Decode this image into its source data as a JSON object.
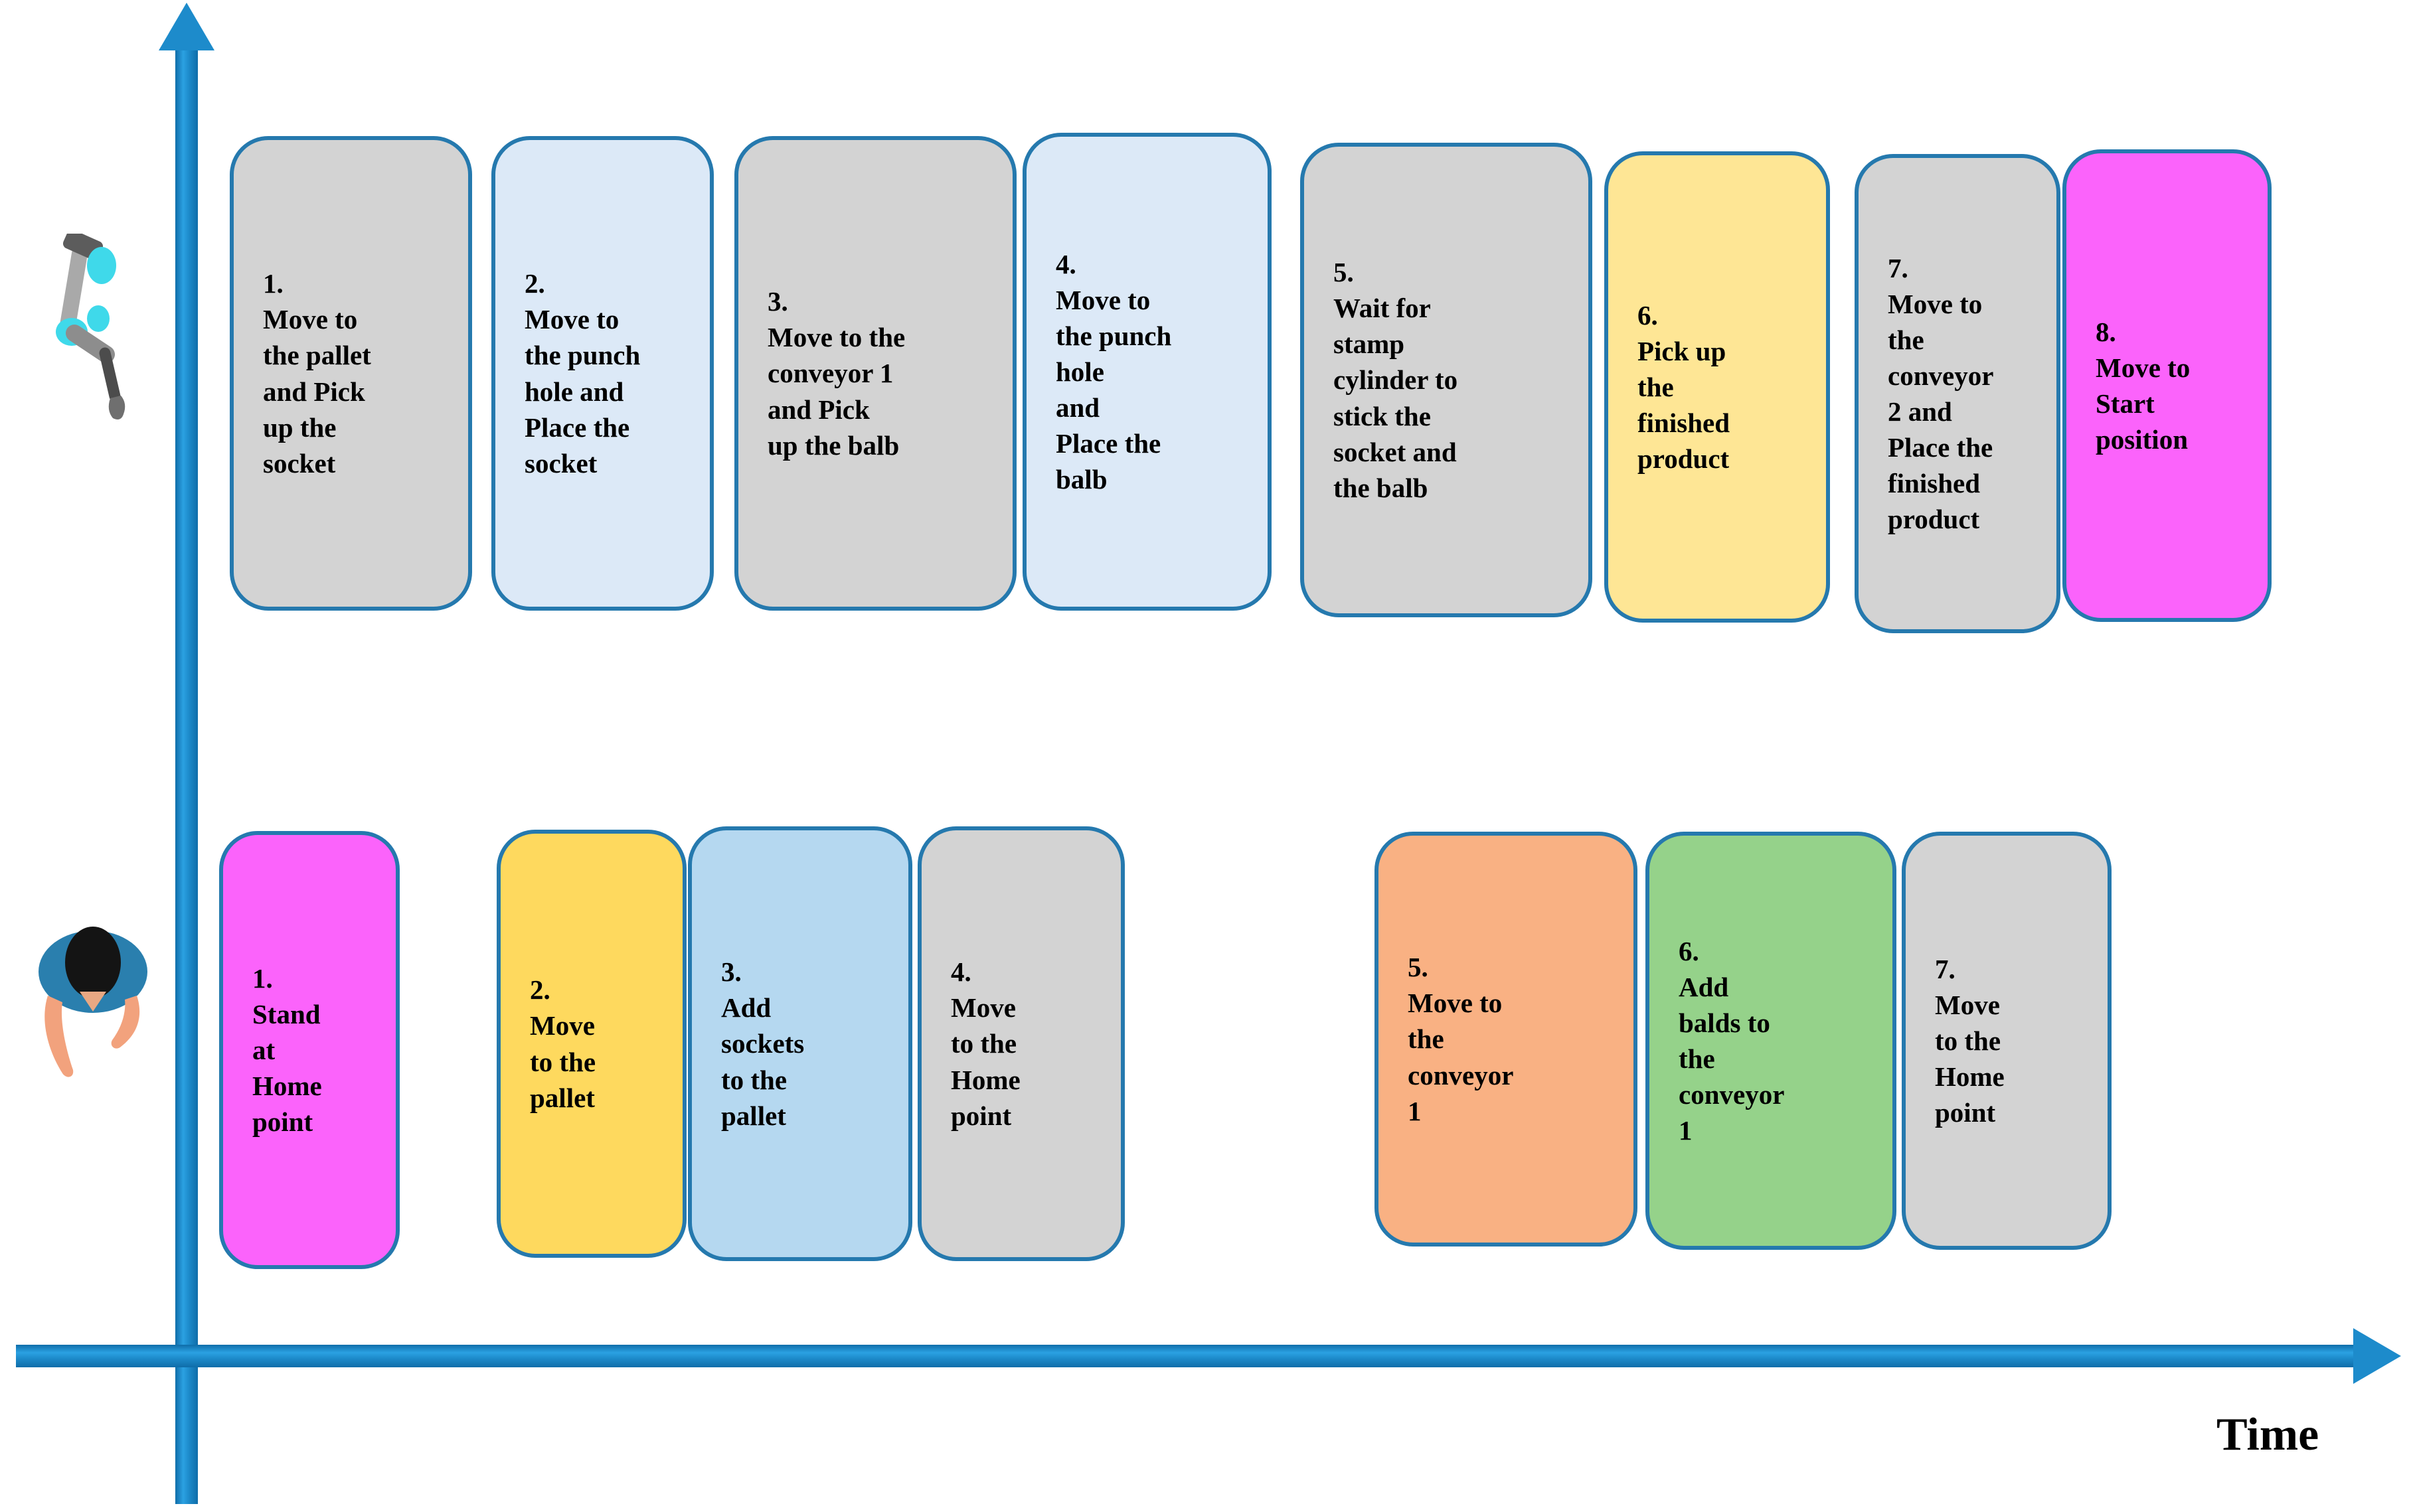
{
  "figure": {
    "time_label": "Time"
  },
  "colors": {
    "axis": "#1d8bcb",
    "box_border": "#2579ae",
    "gray": "#d3d3d3",
    "light_blue": "#dce9f7",
    "mid_blue": "#b5d8f0",
    "yellow_light": "#fee695",
    "yellow": "#fed95e",
    "magenta": "#fb63fb",
    "orange": "#f9b183",
    "green": "#95d28a"
  },
  "robot_row": {
    "icon": "robot-arm-icon",
    "tasks": [
      {
        "label": "1.\nMove to\nthe pallet\nand Pick\nup the\nsocket",
        "fill": "#d3d3d3"
      },
      {
        "label": "2.\nMove to\nthe punch\nhole and\nPlace the\nsocket",
        "fill": "#dce9f7"
      },
      {
        "label": "3.\nMove to the\nconveyor 1\nand  Pick\nup the balb",
        "fill": "#d3d3d3"
      },
      {
        "label": "4.\nMove to\nthe punch\nhole\nand\nPlace the\nbalb",
        "fill": "#dce9f7"
      },
      {
        "label": "5.\nWait for\nstamp\ncylinder to\nstick the\nsocket and\nthe balb",
        "fill": "#d3d3d3"
      },
      {
        "label": "6.\nPick up\nthe\nfinished\nproduct",
        "fill": "#fee695"
      },
      {
        "label": "7.\nMove to\nthe\nconveyor\n2 and\nPlace the\nfinished\nproduct",
        "fill": "#d3d3d3"
      },
      {
        "label": "8.\nMove to\nStart\nposition",
        "fill": "#fb63fb"
      }
    ]
  },
  "human_row": {
    "icon": "human-icon",
    "tasks": [
      {
        "label": "1.\nStand\nat\nHome\npoint",
        "fill": "#fb63fb"
      },
      {
        "label": "2.\nMove\nto the\npallet",
        "fill": "#fed95e"
      },
      {
        "label": "3.\nAdd\nsockets\nto the\npallet",
        "fill": "#b5d8f0"
      },
      {
        "label": "4.\nMove\nto the\nHome\npoint",
        "fill": "#d3d3d3"
      },
      {
        "label": "5.\nMove to\nthe\nconveyor\n1",
        "fill": "#f9b183"
      },
      {
        "label": "6.\nAdd\nbalds to\nthe\nconveyor\n1",
        "fill": "#95d28a"
      },
      {
        "label": "7.\nMove\nto the\nHome\npoint",
        "fill": "#d3d3d3"
      }
    ]
  }
}
